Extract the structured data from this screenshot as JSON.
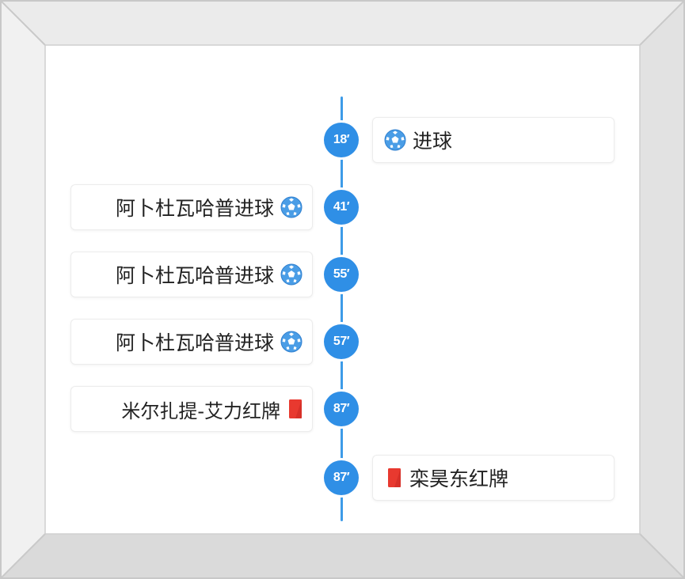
{
  "timeline": {
    "events": [
      {
        "minute": "18′",
        "side": "right",
        "type": "goal",
        "text": "进球",
        "icon": "soccer-ball-icon"
      },
      {
        "minute": "41′",
        "side": "left",
        "type": "goal",
        "text": "阿卜杜瓦哈普进球",
        "icon": "soccer-ball-icon"
      },
      {
        "minute": "55′",
        "side": "left",
        "type": "goal",
        "text": "阿卜杜瓦哈普进球",
        "icon": "soccer-ball-icon"
      },
      {
        "minute": "57′",
        "side": "left",
        "type": "goal",
        "text": "阿卜杜瓦哈普进球",
        "icon": "soccer-ball-icon"
      },
      {
        "minute": "87′",
        "side": "left",
        "type": "red-card",
        "text": "米尔扎提-艾力红牌",
        "icon": "red-card-icon"
      },
      {
        "minute": "87′",
        "side": "right",
        "type": "red-card",
        "text": "栾昊东红牌",
        "icon": "red-card-icon"
      }
    ]
  },
  "colors": {
    "timeline": "#3d9be8",
    "badge": "#2f8fe6",
    "ball": "#4a9de6",
    "red_card": "#e8392f"
  }
}
